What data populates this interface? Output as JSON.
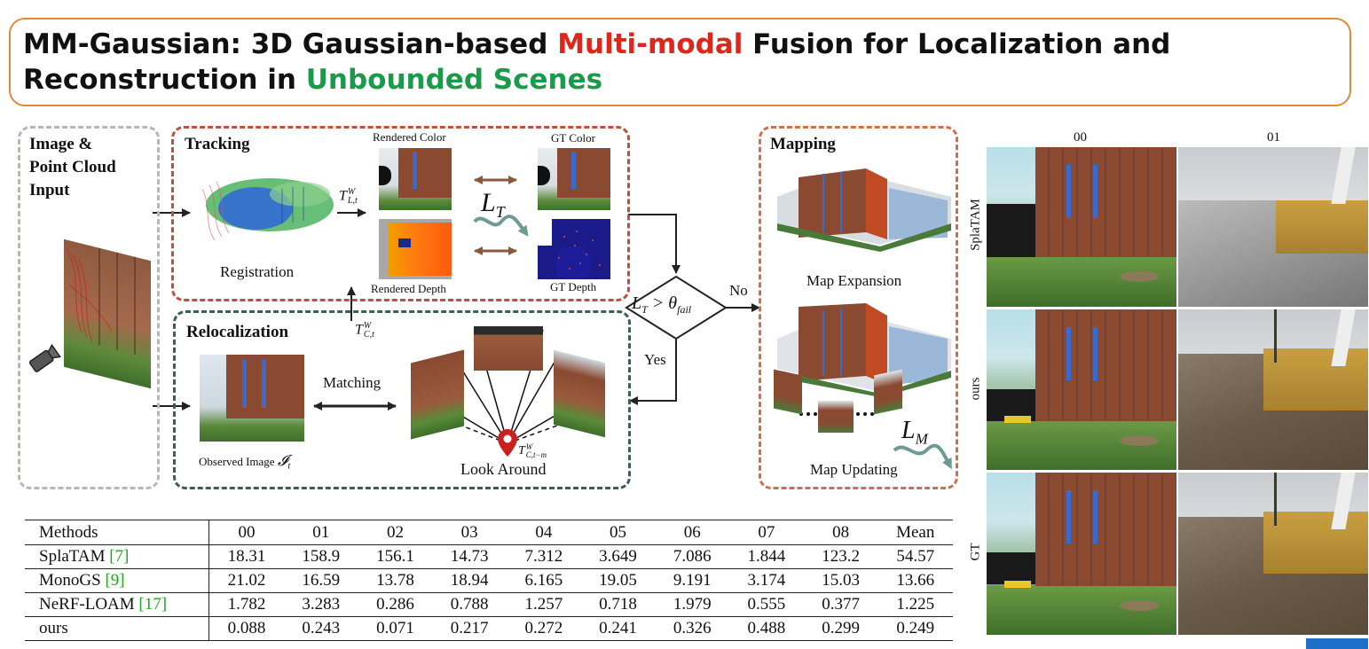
{
  "title": {
    "prefix": "MM-Gaussian: 3D Gaussian-based ",
    "highlight_red": "Multi-modal",
    "middle": " Fusion for Localization and Reconstruction in ",
    "highlight_green": "Unbounded Scenes"
  },
  "diagram": {
    "input_label": "Image &\nPoint Cloud\nInput",
    "tracking": {
      "label": "Tracking",
      "registration": "Registration",
      "rendered_color": "Rendered Color",
      "gt_color": "GT Color",
      "rendered_depth": "Rendered Depth",
      "gt_depth": "GT Depth",
      "loss": "L",
      "loss_sub": "T",
      "pose_l": "T",
      "pose_l_sup": "W",
      "pose_l_sub": "L,t"
    },
    "relocalization": {
      "label": "Relocalization",
      "matching": "Matching",
      "observed_image": "Observed Image ",
      "observed_symbol": "𝓘",
      "observed_sub": "t",
      "look_around": "Look Around",
      "pose_c": "T",
      "pose_c_sup": "W",
      "pose_c_sub": "C,t",
      "pose_cm": "T",
      "pose_cm_sup": "W",
      "pose_cm_sub": "C,t−m"
    },
    "decision": {
      "condition_l": "L",
      "condition_sub": "T",
      "condition_op": " > θ",
      "condition_theta_sub": "fail",
      "no": "No",
      "yes": "Yes"
    },
    "mapping": {
      "label": "Mapping",
      "expansion": "Map Expansion",
      "updating": "Map Updating",
      "loss": "L",
      "loss_sub": "M"
    }
  },
  "comparison_grid": {
    "columns": [
      "00",
      "01"
    ],
    "rows": [
      "SplaTAM",
      "ours",
      "GT"
    ]
  },
  "table": {
    "headers": [
      "Methods",
      "00",
      "01",
      "02",
      "03",
      "04",
      "05",
      "06",
      "07",
      "08",
      "Mean"
    ],
    "rows": [
      {
        "method": "SplaTAM",
        "ref": "[7]",
        "values": [
          "18.31",
          "158.9",
          "156.1",
          "14.73",
          "7.312",
          "3.649",
          "7.086",
          "1.844",
          "123.2",
          "54.57"
        ]
      },
      {
        "method": "MonoGS",
        "ref": "[9]",
        "values": [
          "21.02",
          "16.59",
          "13.78",
          "18.94",
          "6.165",
          "19.05",
          "9.191",
          "3.174",
          "15.03",
          "13.66"
        ]
      },
      {
        "method": "NeRF-LOAM",
        "ref": "[17]",
        "values": [
          "1.782",
          "3.283",
          "0.286",
          "0.788",
          "1.257",
          "0.718",
          "1.979",
          "0.555",
          "0.377",
          "1.225"
        ]
      },
      {
        "method": "ours",
        "ref": "",
        "values": [
          "0.088",
          "0.243",
          "0.071",
          "0.217",
          "0.272",
          "0.241",
          "0.326",
          "0.488",
          "0.299",
          "0.249"
        ]
      }
    ]
  },
  "colors": {
    "title_border": "#e08a3c",
    "highlight_red": "#e0251b",
    "highlight_green": "#1a9a4a",
    "tracking_box": "#c0503e",
    "relocalization_box": "#3d5e56",
    "input_box": "#b8b8b2",
    "mapping_box": "#d0704a",
    "arrow_brown": "#8b5a3c",
    "squiggle": "#6f9a94",
    "pin_red": "#cc1f1f"
  }
}
